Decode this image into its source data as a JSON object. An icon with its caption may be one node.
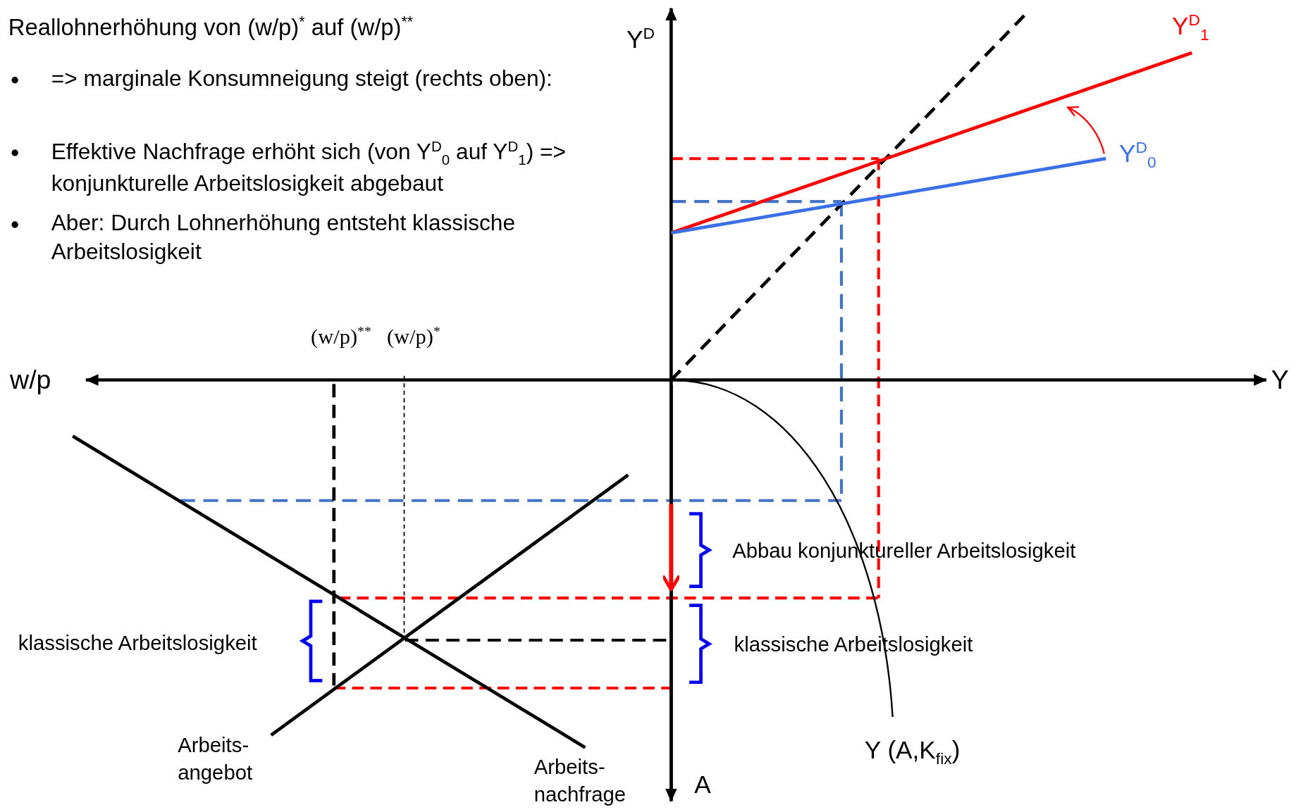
{
  "diagram": {
    "labels": [
      "Reallohnerhöhung von (w/p)$^{*}$ auf (w/p)$^{**}$",
      "=> marginale Konsumneigung steigt (rechts oben):",
      "Effektive Nachfrage erhöht sich (von Y$^{D}$$_{0}$ auf Y$^{D}$$_{1}$) => konjunkturelle Arbeitslosigkeit abgebaut",
      "Aber: Durch Lohnerhöhung entsteht klassische Arbeitslosigkeit",
      "Y$^{D}$",
      "Y$^{D}$$_{1}$",
      "Y$^{D}$$_{0}$",
      "(w/p)$^{**}$",
      "(w/p)$^{*}$",
      "w/p",
      "Y",
      "Abbau konjunktureller Arbeitslosigkeit",
      "klassische Arbeitslosigkeit",
      "klassische Arbeitslosigkeit",
      "Arbeits- angebot",
      "Arbeits- nachfrage",
      "Y (A,K$_{fix}$)",
      "A"
    ]
  }
}
